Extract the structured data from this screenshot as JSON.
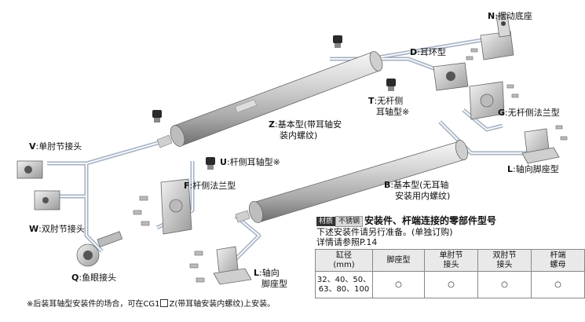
{
  "labels": {
    "N": {
      "letter": "N",
      "text": ":摆动底座"
    },
    "D": {
      "letter": "D",
      "text": ":耳环型"
    },
    "T": {
      "letter": "T",
      "text": ":无杆侧",
      "text2": "耳轴型※"
    },
    "G": {
      "letter": "G",
      "text": ":无杆侧法兰型"
    },
    "Z": {
      "letter": "Z",
      "text": ":基本型(带耳轴安",
      "text2": "装内螺纹)"
    },
    "V": {
      "letter": "V",
      "text": ":单肘节接头"
    },
    "U": {
      "letter": "U",
      "text": ":杆侧耳轴型※"
    },
    "L1": {
      "letter": "L",
      "text": ":轴向脚座型"
    },
    "F": {
      "letter": "F",
      "text": ":杆侧法兰型"
    },
    "B": {
      "letter": "B",
      "text": ":基本型(无耳轴",
      "text2": "安装用内螺纹)"
    },
    "W": {
      "letter": "W",
      "text": ":双肘节接头"
    },
    "Q": {
      "letter": "Q",
      "text": ":鱼眼接头"
    },
    "L2": {
      "letter": "L",
      "text": ":轴向",
      "text2": "脚座型"
    }
  },
  "info": {
    "tag_material": "材质",
    "tag_steel": "不锈钢",
    "title": "安装件、杆端连接的零部件型号",
    "line1": "下述安装件请另行准备。(单独订购)",
    "line2": "详情请参照P.14"
  },
  "table": {
    "headers": [
      "缸径",
      "(mm)",
      "脚座型",
      "单肘节",
      "接头",
      "双肘节",
      "接头",
      "杆端",
      "螺母"
    ],
    "row_sizes1": "32、40、50、",
    "row_sizes2": "63、80、100",
    "marks": [
      "○",
      "○",
      "○",
      "○"
    ]
  },
  "note": {
    "part1": "※后装耳轴型安装件的场合，可在CG1",
    "part2": "Z(带耳轴安装内螺纹)上安装。"
  }
}
